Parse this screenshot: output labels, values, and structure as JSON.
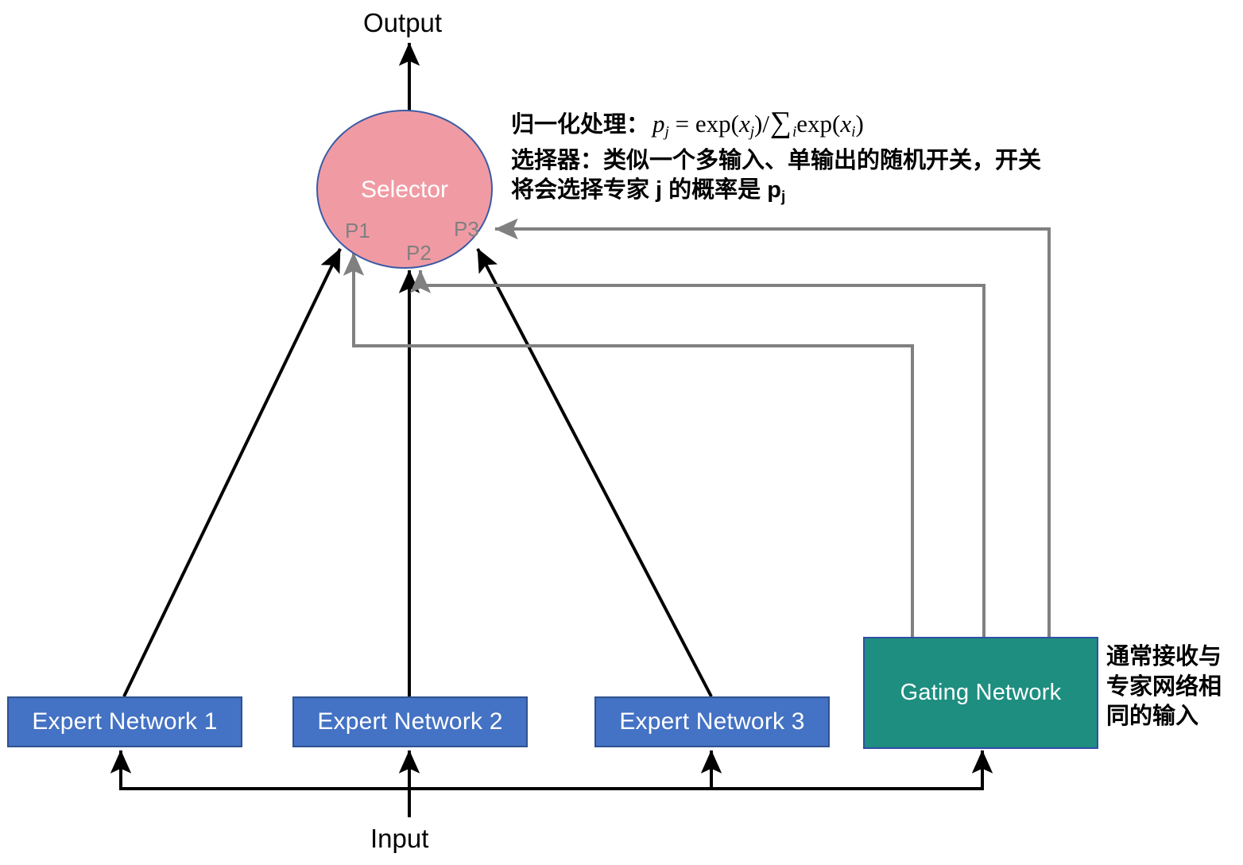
{
  "diagram": {
    "title": "Mixture of Experts with Gating Network",
    "io": {
      "output_label": "Output",
      "input_label": "Input"
    },
    "selector": {
      "label": "Selector",
      "port_labels": [
        "P1",
        "P2",
        "P3"
      ],
      "fill_color": "#F09BA4",
      "border_color": "#3B5BA5",
      "text_color": "#ffffff",
      "port_label_color": "#808080"
    },
    "experts": [
      {
        "label": "Expert Network 1"
      },
      {
        "label": "Expert Network 2"
      },
      {
        "label": "Expert Network 3"
      }
    ],
    "expert_style": {
      "fill_color": "#4472C4",
      "border_color": "#2F528F",
      "text_color": "#ffffff"
    },
    "gating": {
      "label": "Gating Network",
      "fill_color": "#1E8E80",
      "border_color": "#2F4FA8",
      "text_color": "#ffffff",
      "note": "通常接收与专家网络相同的输入"
    },
    "annotation": {
      "formula_prefix": "归一化处理：",
      "formula_plain": "p_j = exp(x_j) / ∑_i exp(x_i)",
      "formula_parts": {
        "p": "p",
        "p_sub": "j",
        "equals": "=",
        "exp1": "exp(",
        "x1": "x",
        "x1_sub": "j",
        "close1": ")/",
        "sigma": "∑",
        "sigma_sub": "i",
        "exp2": "exp(",
        "x2": "x",
        "x2_sub": "i",
        "close2": ")"
      },
      "selector_note_prefix": "选择器：类似一个多输入、单输出的随机开关，开关将会选择专家 j 的概率是 p",
      "selector_note_sub": "j"
    },
    "wire_colors": {
      "signal": "#000000",
      "gating": "#808080"
    }
  }
}
